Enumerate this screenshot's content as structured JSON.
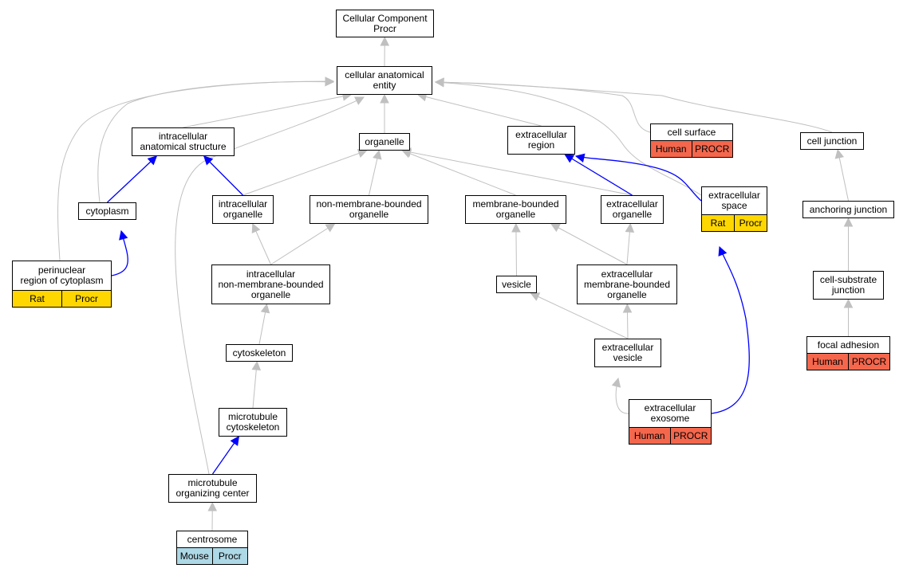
{
  "colors": {
    "edge_gray": "#c0c0c0",
    "edge_blue": "#0000ff",
    "human": "#f4674d",
    "rat": "#ffd700",
    "mouse": "#add8e6"
  },
  "nodes": {
    "root": {
      "label": "Cellular Component\nProcr"
    },
    "cae": {
      "label": "cellular anatomical\nentity"
    },
    "ias": {
      "label": "intracellular\nanatomical structure"
    },
    "organelle": {
      "label": "organelle"
    },
    "exr": {
      "label": "extracellular\nregion"
    },
    "cellsurf": {
      "label": "cell surface",
      "tags": [
        {
          "species": "Human",
          "gene": "PROCR",
          "color": "#f4674d"
        }
      ]
    },
    "celljunc": {
      "label": "cell junction"
    },
    "cytoplasm": {
      "label": "cytoplasm"
    },
    "ico": {
      "label": "intracellular\norganelle"
    },
    "nmbo": {
      "label": "non-membrane-bounded\norganelle"
    },
    "mbo": {
      "label": "membrane-bounded\norganelle"
    },
    "exo": {
      "label": "extracellular\norganelle"
    },
    "exs": {
      "label": "extracellular\nspace",
      "tags": [
        {
          "species": "Rat",
          "gene": "Procr",
          "color": "#ffd700"
        }
      ]
    },
    "anchj": {
      "label": "anchoring junction"
    },
    "perinuc": {
      "label": "perinuclear\nregion of cytoplasm",
      "tags": [
        {
          "species": "Rat",
          "gene": "Procr",
          "color": "#ffd700"
        }
      ]
    },
    "inmbo": {
      "label": "intracellular\nnon-membrane-bounded\norganelle"
    },
    "vesicle": {
      "label": "vesicle"
    },
    "exmbo": {
      "label": "extracellular\nmembrane-bounded\norganelle"
    },
    "csj": {
      "label": "cell-substrate\njunction"
    },
    "cytosk": {
      "label": "cytoskeleton"
    },
    "exv": {
      "label": "extracellular\nvesicle"
    },
    "focal": {
      "label": "focal adhesion",
      "tags": [
        {
          "species": "Human",
          "gene": "PROCR",
          "color": "#f4674d"
        }
      ]
    },
    "mtc": {
      "label": "microtubule\ncytoskeleton"
    },
    "exosome": {
      "label": "extracellular\nexosome",
      "tags": [
        {
          "species": "Human",
          "gene": "PROCR",
          "color": "#f4674d"
        }
      ]
    },
    "mtoc": {
      "label": "microtubule\norganizing center"
    },
    "centrosome": {
      "label": "centrosome",
      "tags": [
        {
          "species": "Mouse",
          "gene": "Procr",
          "color": "#add8e6"
        }
      ]
    }
  },
  "edges": [
    {
      "from": "cae",
      "to": "root",
      "color": "gray"
    },
    {
      "from": "ias",
      "to": "cae",
      "color": "gray"
    },
    {
      "from": "organelle",
      "to": "cae",
      "color": "gray"
    },
    {
      "from": "exr",
      "to": "cae",
      "color": "gray"
    },
    {
      "from": "cellsurf",
      "to": "cae",
      "color": "gray"
    },
    {
      "from": "celljunc",
      "to": "cae",
      "color": "gray"
    },
    {
      "from": "cytoplasm",
      "to": "cae",
      "color": "gray"
    },
    {
      "from": "perinuc",
      "to": "cae",
      "color": "gray"
    },
    {
      "from": "mtoc",
      "to": "cae",
      "color": "gray"
    },
    {
      "from": "exs",
      "to": "cae",
      "color": "gray"
    },
    {
      "from": "cytoplasm",
      "to": "ias",
      "color": "blue"
    },
    {
      "from": "ico",
      "to": "ias",
      "color": "blue"
    },
    {
      "from": "ico",
      "to": "organelle",
      "color": "gray"
    },
    {
      "from": "nmbo",
      "to": "organelle",
      "color": "gray"
    },
    {
      "from": "mbo",
      "to": "organelle",
      "color": "gray"
    },
    {
      "from": "exo",
      "to": "organelle",
      "color": "gray"
    },
    {
      "from": "exo",
      "to": "exr",
      "color": "blue"
    },
    {
      "from": "exs",
      "to": "exr",
      "color": "blue"
    },
    {
      "from": "anchj",
      "to": "celljunc",
      "color": "gray"
    },
    {
      "from": "perinuc",
      "to": "cytoplasm",
      "color": "blue"
    },
    {
      "from": "inmbo",
      "to": "ico",
      "color": "gray"
    },
    {
      "from": "inmbo",
      "to": "nmbo",
      "color": "gray"
    },
    {
      "from": "vesicle",
      "to": "mbo",
      "color": "gray"
    },
    {
      "from": "exmbo",
      "to": "mbo",
      "color": "gray"
    },
    {
      "from": "exmbo",
      "to": "exo",
      "color": "gray"
    },
    {
      "from": "csj",
      "to": "anchj",
      "color": "gray"
    },
    {
      "from": "cytosk",
      "to": "inmbo",
      "color": "gray"
    },
    {
      "from": "exv",
      "to": "vesicle",
      "color": "gray"
    },
    {
      "from": "exv",
      "to": "exmbo",
      "color": "gray"
    },
    {
      "from": "focal",
      "to": "csj",
      "color": "gray"
    },
    {
      "from": "mtc",
      "to": "cytosk",
      "color": "gray"
    },
    {
      "from": "exosome",
      "to": "exv",
      "color": "gray"
    },
    {
      "from": "exosome",
      "to": "exs",
      "color": "blue"
    },
    {
      "from": "mtoc",
      "to": "mtc",
      "color": "blue"
    },
    {
      "from": "centrosome",
      "to": "mtoc",
      "color": "gray"
    }
  ]
}
